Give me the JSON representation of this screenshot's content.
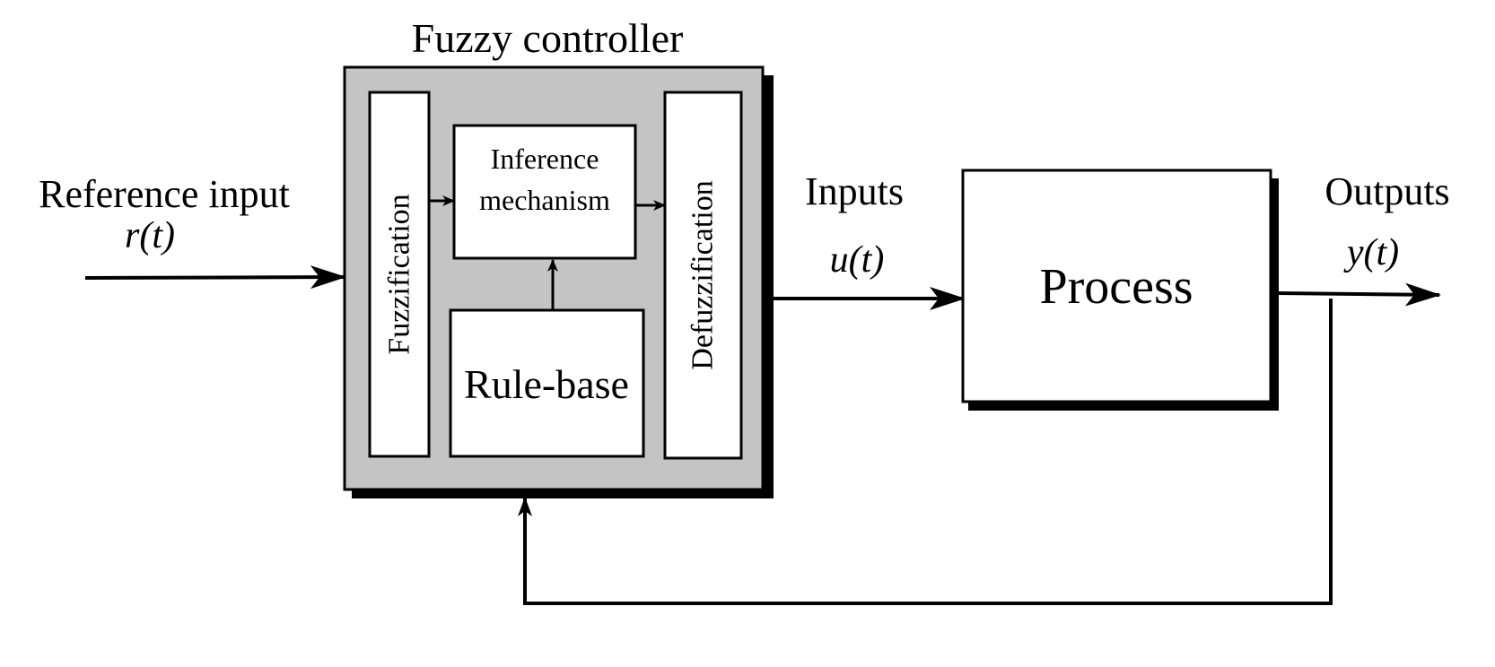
{
  "diagram": {
    "controller_title": "Fuzzy controller",
    "reference_input": {
      "label": "Reference input",
      "symbol": "r(t)"
    },
    "fuzzification_label": "Fuzzification",
    "inference": {
      "line1": "Inference",
      "line2": "mechanism"
    },
    "rule_base_label": "Rule-base",
    "defuzzification_label": "Defuzzification",
    "inputs": {
      "label": "Inputs",
      "symbol": "u(t)"
    },
    "process_label": "Process",
    "outputs": {
      "label": "Outputs",
      "symbol": "y(t)"
    },
    "colors": {
      "controller_fill": "#c4c4c4",
      "box_fill": "#ffffff",
      "stroke": "#000000",
      "shadow": "#000000"
    }
  }
}
